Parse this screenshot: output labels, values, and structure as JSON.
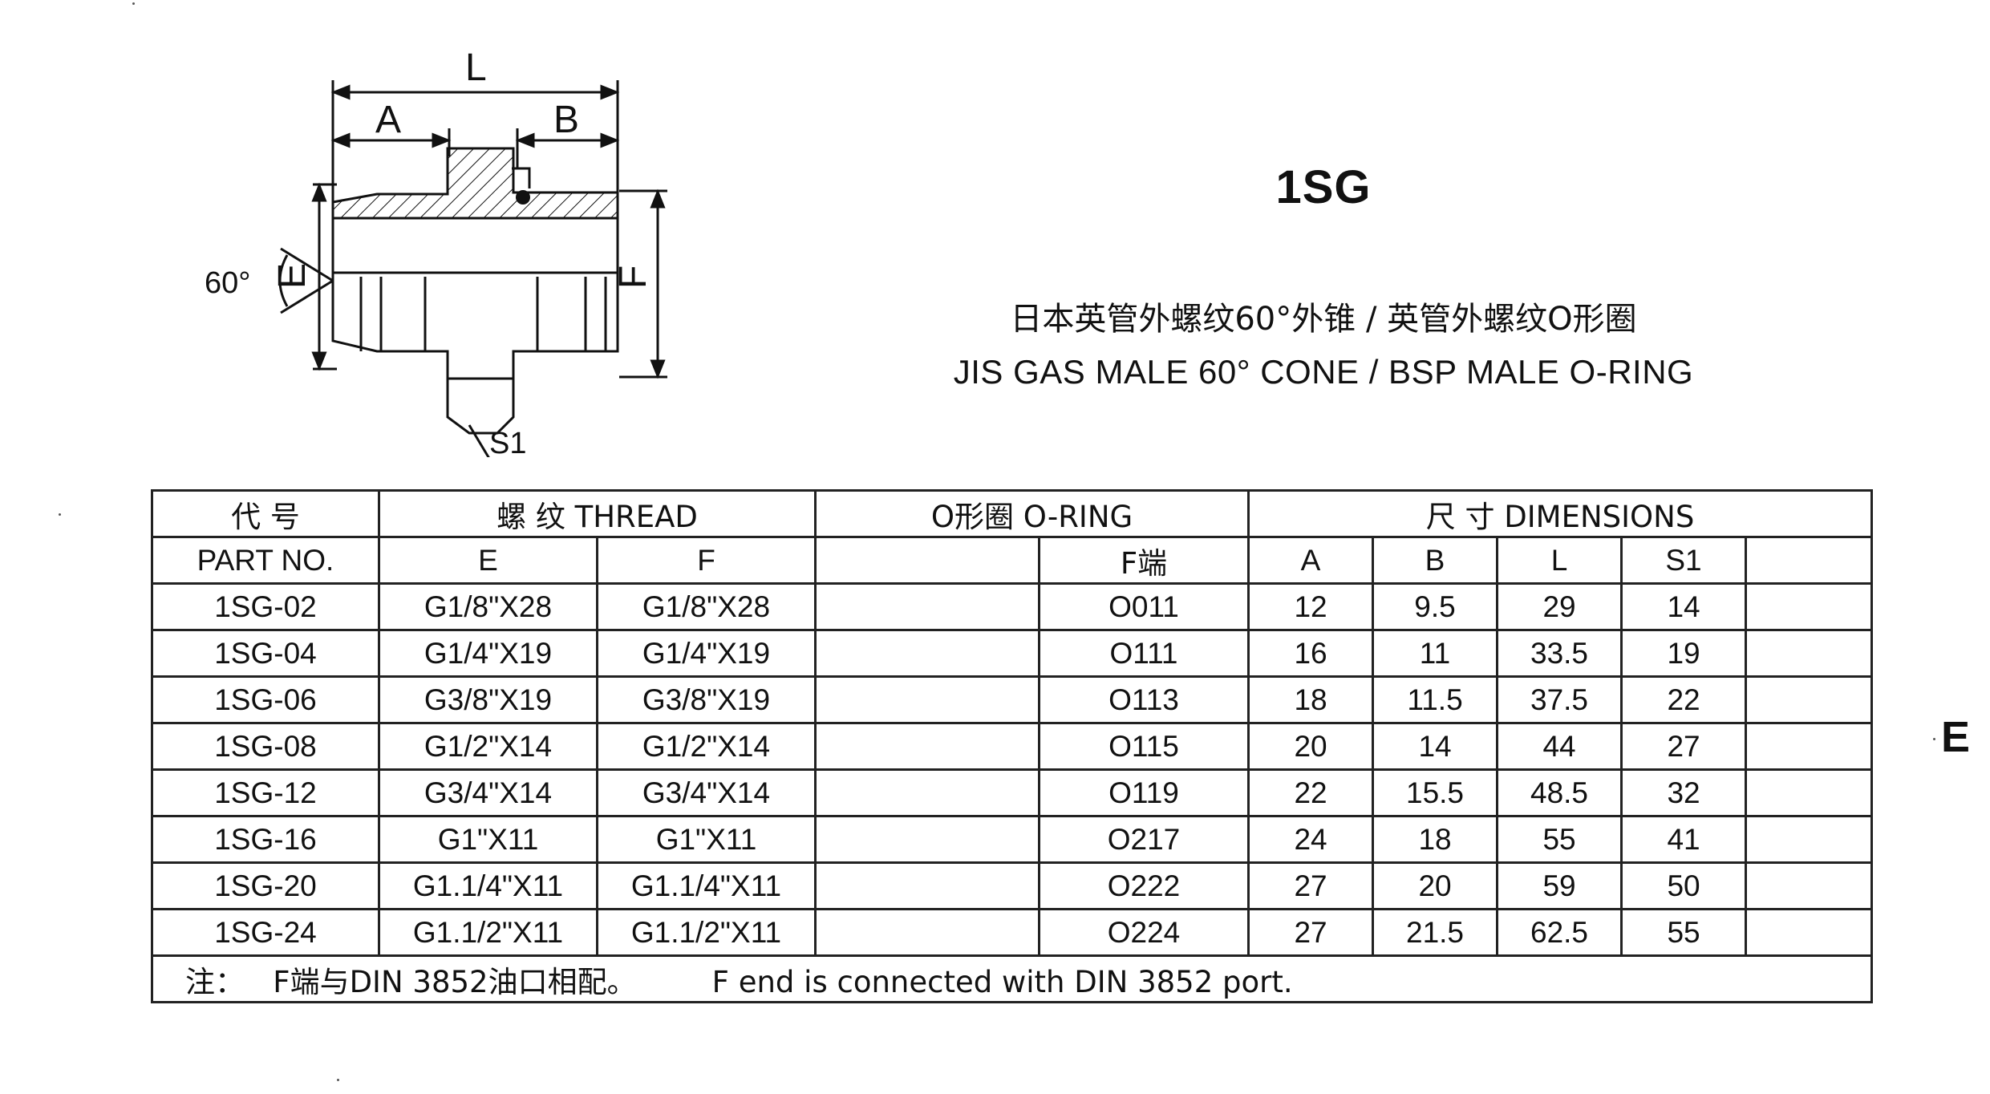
{
  "drawing": {
    "labels": {
      "L": "L",
      "A": "A",
      "B": "B",
      "E": "E",
      "F": "F",
      "angle": "60°",
      "S1": "S1"
    }
  },
  "title": {
    "code": "1SG",
    "chinese": "日本英管外螺纹60°外锥 / 英管外螺纹O形圈",
    "english": "JIS GAS MALE 60° CONE / BSP MALE O-RING"
  },
  "side_letter": "E",
  "table": {
    "header_row1": {
      "part_cn": "代 号",
      "thread": "螺 纹  THREAD",
      "oring": "O形圈 O-RING",
      "dimensions": "尺 寸   DIMENSIONS"
    },
    "header_row2": {
      "part_en": "PART NO.",
      "E": "E",
      "F": "F",
      "oring_blank": "",
      "F_end": "F端",
      "A": "A",
      "B": "B",
      "L": "L",
      "S1": "S1",
      "extra": ""
    },
    "rows": [
      {
        "part": "1SG-02",
        "E": "G1/8\"X28",
        "F": "G1/8\"X28",
        "oring_blank": "",
        "oring": "O011",
        "A": "12",
        "B": "9.5",
        "L": "29",
        "S1": "14",
        "extra": ""
      },
      {
        "part": "1SG-04",
        "E": "G1/4\"X19",
        "F": "G1/4\"X19",
        "oring_blank": "",
        "oring": "O111",
        "A": "16",
        "B": "11",
        "L": "33.5",
        "S1": "19",
        "extra": ""
      },
      {
        "part": "1SG-06",
        "E": "G3/8\"X19",
        "F": "G3/8\"X19",
        "oring_blank": "",
        "oring": "O113",
        "A": "18",
        "B": "11.5",
        "L": "37.5",
        "S1": "22",
        "extra": ""
      },
      {
        "part": "1SG-08",
        "E": "G1/2\"X14",
        "F": "G1/2\"X14",
        "oring_blank": "",
        "oring": "O115",
        "A": "20",
        "B": "14",
        "L": "44",
        "S1": "27",
        "extra": ""
      },
      {
        "part": "1SG-12",
        "E": "G3/4\"X14",
        "F": "G3/4\"X14",
        "oring_blank": "",
        "oring": "O119",
        "A": "22",
        "B": "15.5",
        "L": "48.5",
        "S1": "32",
        "extra": ""
      },
      {
        "part": "1SG-16",
        "E": "G1\"X11",
        "F": "G1\"X11",
        "oring_blank": "",
        "oring": "O217",
        "A": "24",
        "B": "18",
        "L": "55",
        "S1": "41",
        "extra": ""
      },
      {
        "part": "1SG-20",
        "E": "G1.1/4\"X11",
        "F": "G1.1/4\"X11",
        "oring_blank": "",
        "oring": "O222",
        "A": "27",
        "B": "20",
        "L": "59",
        "S1": "50",
        "extra": ""
      },
      {
        "part": "1SG-24",
        "E": "G1.1/2\"X11",
        "F": "G1.1/2\"X11",
        "oring_blank": "",
        "oring": "O224",
        "A": "27",
        "B": "21.5",
        "L": "62.5",
        "S1": "55",
        "extra": ""
      }
    ],
    "note": "注：   F端与DIN 3852油口相配。        F end is connected with DIN 3852 port."
  }
}
